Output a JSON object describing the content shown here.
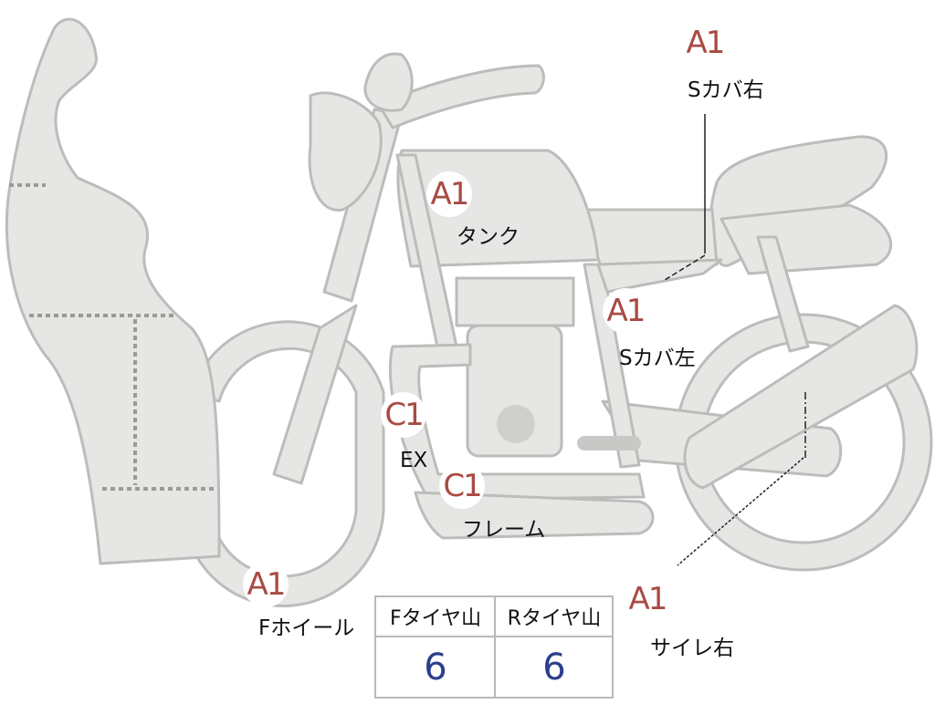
{
  "markers": [
    {
      "grade": "A1",
      "label": "Sカバ右"
    },
    {
      "grade": "A1",
      "label": "タンク"
    },
    {
      "grade": "A1",
      "label": "Sカバ左"
    },
    {
      "grade": "C1",
      "label": "EX"
    },
    {
      "grade": "C1",
      "label": "フレーム"
    },
    {
      "grade": "A1",
      "label": "Fホイール"
    },
    {
      "grade": "A1",
      "label": "サイレ右"
    }
  ],
  "tire_table": {
    "front_header": "Fタイヤ山",
    "rear_header": "Rタイヤ山",
    "front_value": "6",
    "rear_value": "6"
  },
  "colors": {
    "part_fill": "#e6e6e4",
    "part_stroke": "#bcbcba",
    "badge_text": "#a94a44",
    "value_text": "#2b3f8c"
  }
}
